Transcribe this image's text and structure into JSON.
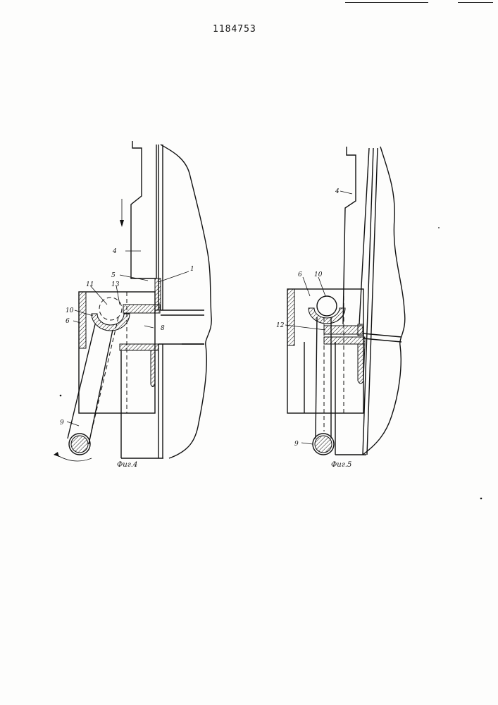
{
  "document": {
    "patent_number": "1184753"
  },
  "figures": [
    {
      "caption": "Фиг.4",
      "labels": [
        "4",
        "5",
        "1",
        "11",
        "13",
        "10",
        "6",
        "8",
        "9"
      ]
    },
    {
      "caption": "Фиг.5",
      "labels": [
        "4",
        "6",
        "10",
        "12",
        "9"
      ]
    }
  ],
  "colors": {
    "ink": "#111111",
    "paper": "#fdfdfc"
  }
}
